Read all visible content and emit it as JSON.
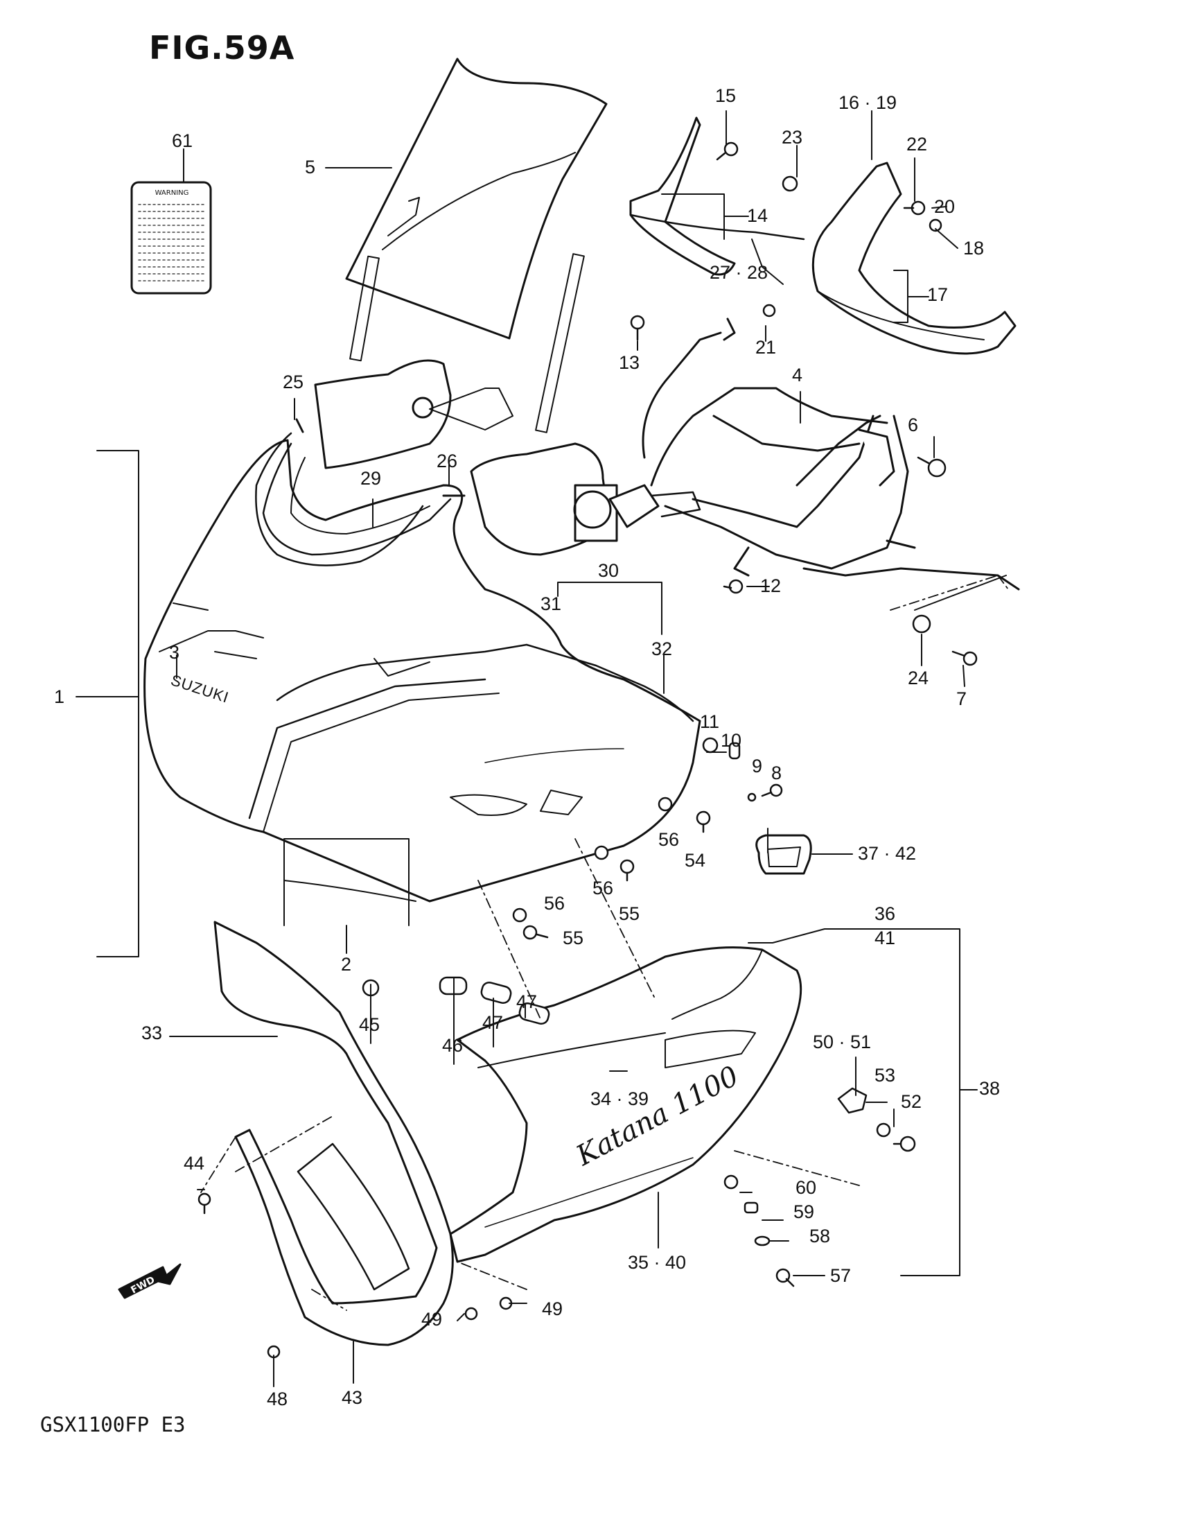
{
  "figure": {
    "title": "FIG.59A",
    "model": "GSX1100FP  E3"
  },
  "label": {
    "warning_title": "WARNING"
  },
  "icons": {
    "fwd_arrow": "fwd-arrow-icon",
    "fwd_text": "FWD"
  },
  "decals": {
    "brand": "SUZUKI",
    "model_logo": "Katana 1100"
  },
  "callouts": [
    "61",
    "5",
    "15",
    "16 · 19",
    "23",
    "22",
    "20",
    "14",
    "18",
    "27 · 28",
    "17",
    "21",
    "13",
    "4",
    "25",
    "26",
    "29",
    "6",
    "30",
    "31",
    "12",
    "32",
    "3",
    "1",
    "24",
    "7",
    "11",
    "10",
    "9",
    "8",
    "56",
    "54",
    "37 · 42",
    "56",
    "55",
    "56",
    "55",
    "2",
    "36",
    "41",
    "47",
    "33",
    "45",
    "46",
    "47",
    "34 · 39",
    "50 · 51",
    "53",
    "52",
    "38",
    "44",
    "60",
    "59",
    "58",
    "35 · 40",
    "57",
    "49",
    "49",
    "48",
    "43"
  ]
}
